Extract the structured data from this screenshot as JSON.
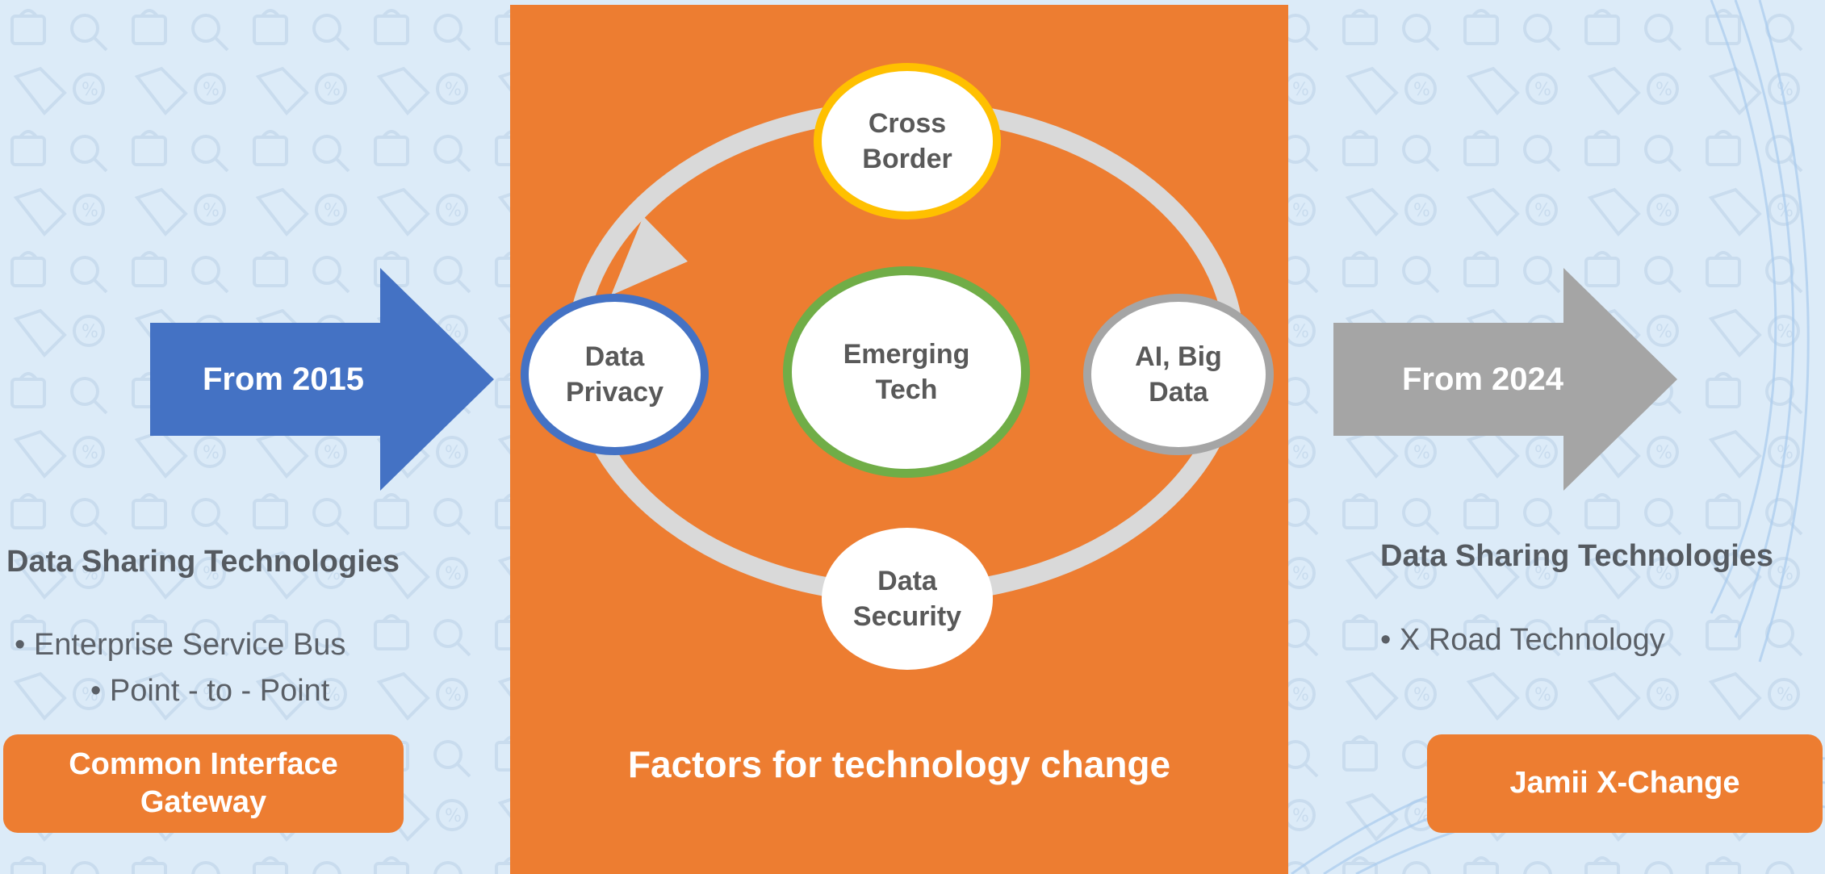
{
  "left": {
    "arrow_label": "From 2015",
    "heading": "Data Sharing Technologies",
    "bullets": [
      "Enterprise Service Bus",
      "Point - to - Point"
    ],
    "box_label": "Common Interface\nGateway"
  },
  "center": {
    "title": "Factors for technology change",
    "nodes": {
      "top": "Cross\nBorder",
      "left": "Data\nPrivacy",
      "center": "Emerging\nTech",
      "right": "AI, Big\nData",
      "bottom": "Data\nSecurity"
    }
  },
  "right": {
    "arrow_label": "From 2024",
    "heading": "Data Sharing Technologies",
    "bullets": [
      "X Road Technology"
    ],
    "box_label": "Jamii X-Change"
  },
  "colors": {
    "accent_orange": "#ed7d31",
    "arrow_blue": "#4472c4",
    "arrow_gray": "#a5a5a5",
    "ring_gold": "#ffc000",
    "ring_blue": "#4472c4",
    "ring_green": "#70ad47",
    "ring_gray": "#a5a5a5",
    "cycle_gray": "#d9d9d9"
  }
}
